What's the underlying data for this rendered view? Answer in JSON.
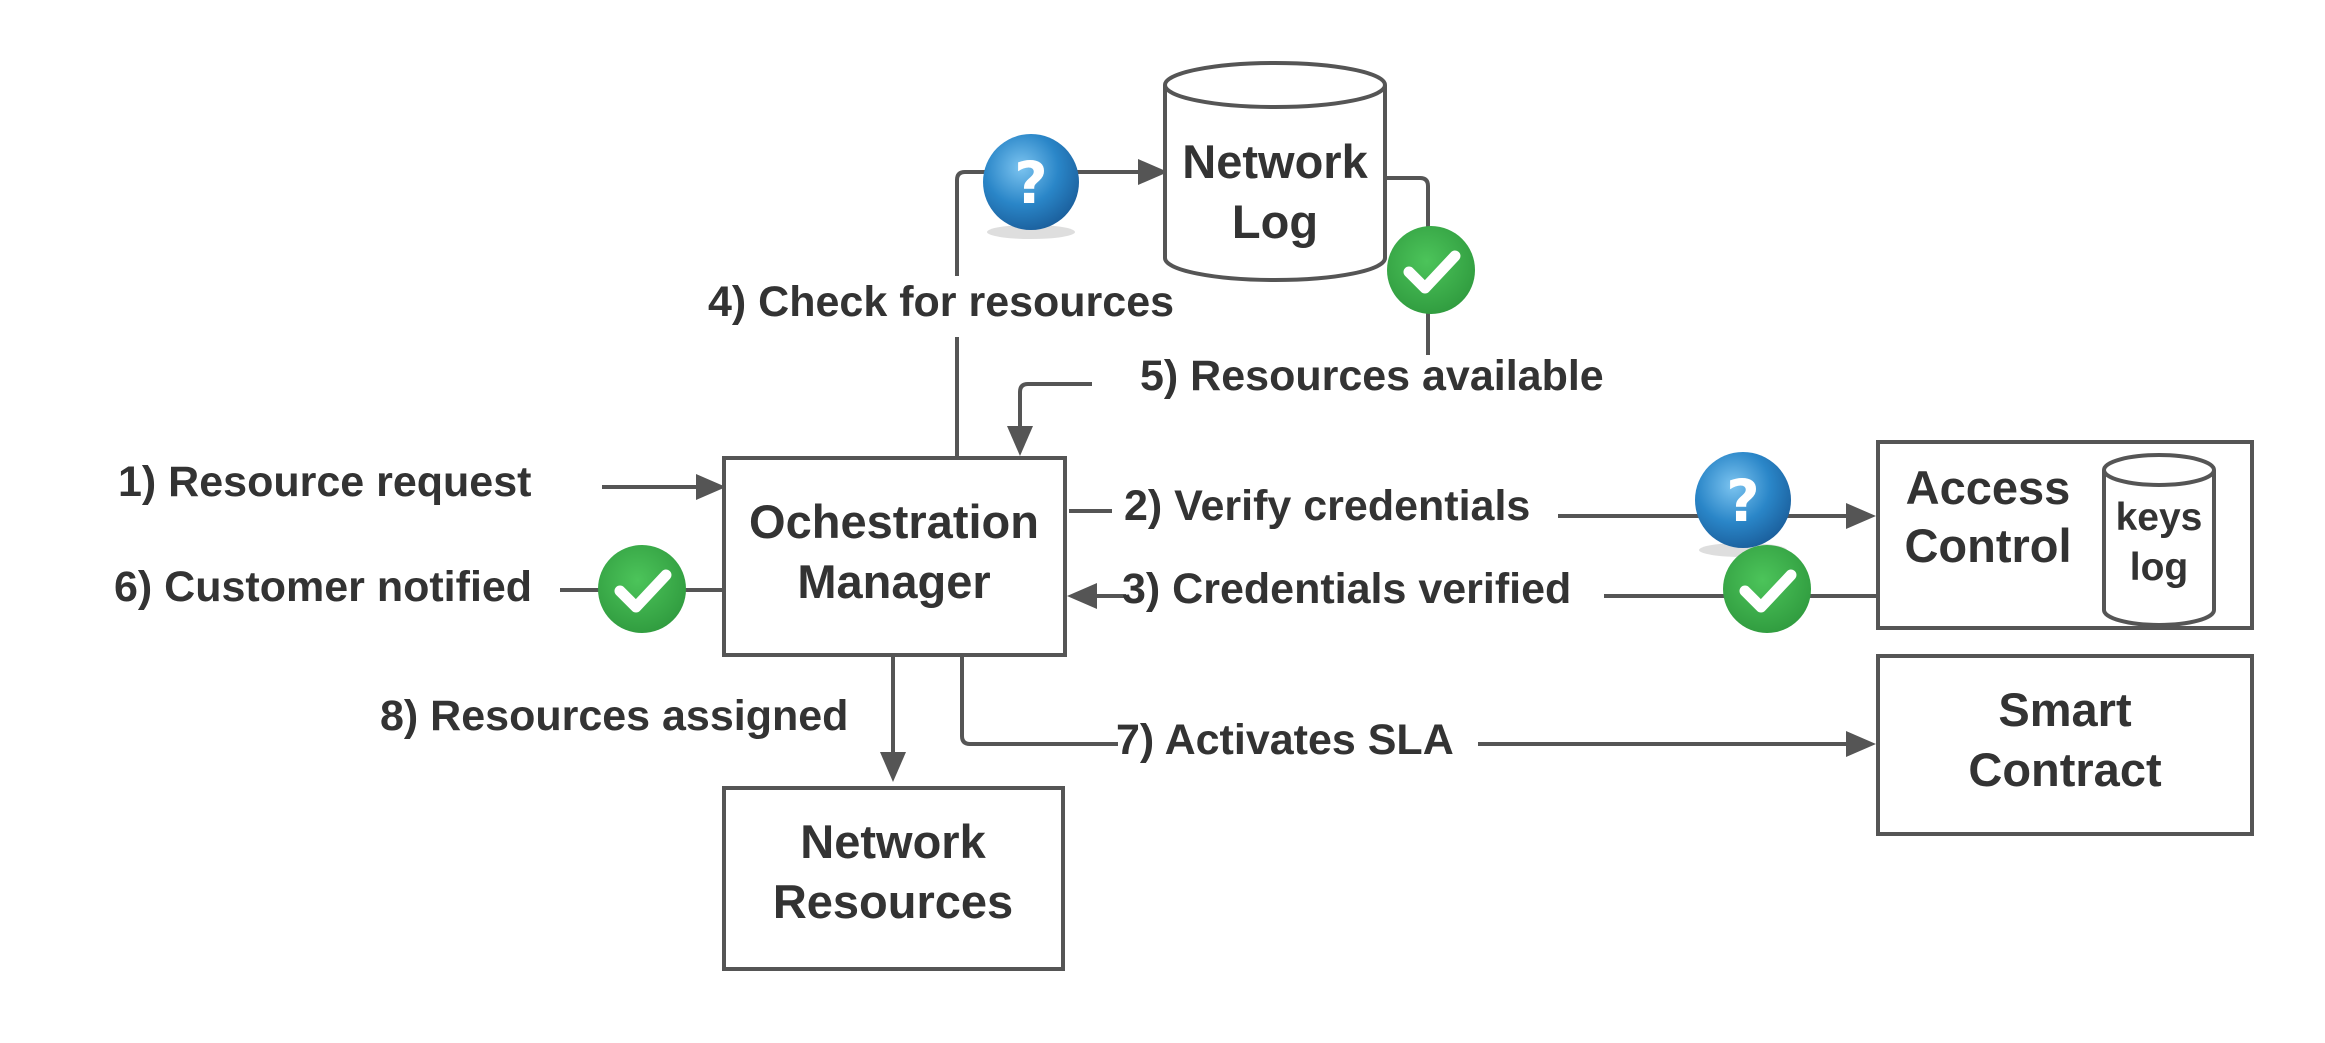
{
  "nodes": {
    "network_log": {
      "lines": [
        "Network",
        "Log"
      ]
    },
    "orchestration_manager": {
      "lines": [
        "Ochestration",
        "Manager"
      ]
    },
    "access_control": {
      "lines": [
        "Access",
        "Control"
      ]
    },
    "keys_log": {
      "lines": [
        "keys",
        "log"
      ]
    },
    "smart_contract": {
      "lines": [
        "Smart",
        "Contract"
      ]
    },
    "network_resources": {
      "lines": [
        "Network",
        "Resources"
      ]
    }
  },
  "edges": {
    "e1": "1) Resource request",
    "e2": "2) Verify credentials",
    "e3": "3) Credentials verified",
    "e4": "4) Check for resources",
    "e5": "5) Resources available",
    "e6": "6) Customer notified",
    "e7": "7) Activates SLA",
    "e8": "8) Resources assigned"
  },
  "icons": {
    "question": {
      "name": "question-icon",
      "glyph": "?",
      "color": "#2a7dc0"
    },
    "check": {
      "name": "check-icon",
      "color": "#3aa64a"
    }
  },
  "colors": {
    "line": "#555555",
    "text": "#333333"
  }
}
